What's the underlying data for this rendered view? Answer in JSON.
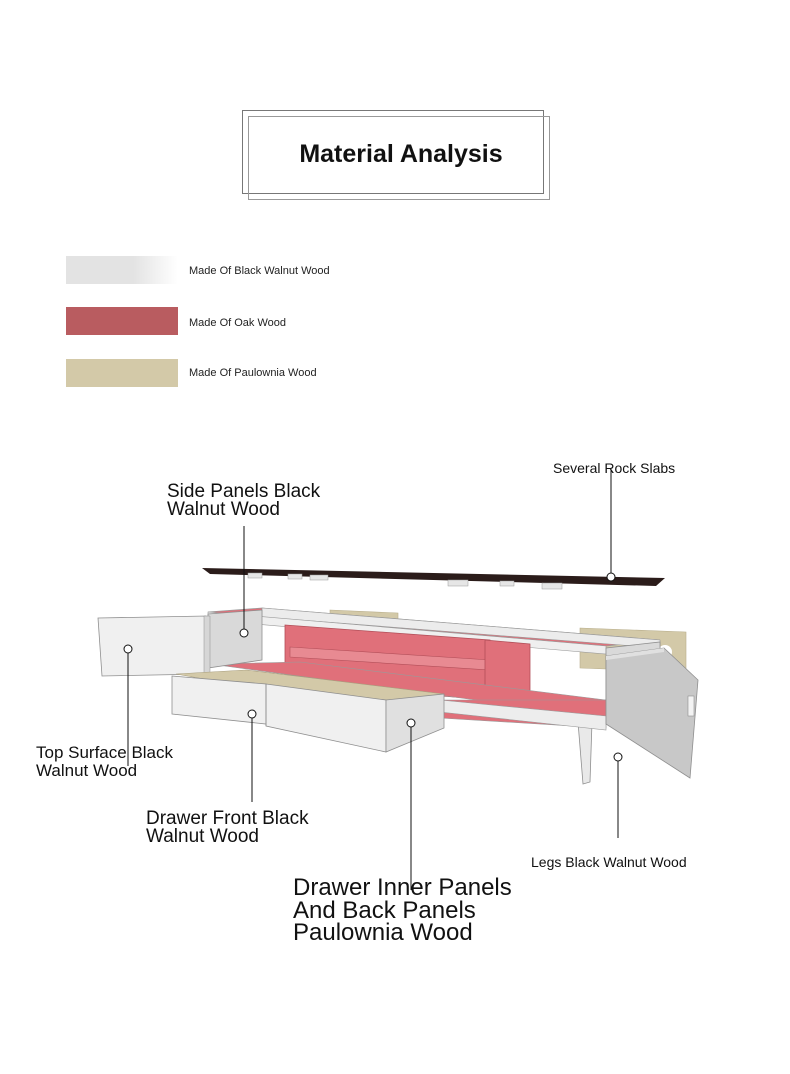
{
  "header": {
    "title": "Material Analysis"
  },
  "legend": [
    {
      "label": "Made Of Black Walnut Wood",
      "color": "#e3e3e3"
    },
    {
      "label": "Made Of Oak Wood",
      "color": "#b95c60"
    },
    {
      "label": "Made Of Paulownia Wood",
      "color": "#d3c9a8"
    }
  ],
  "callouts": {
    "rock_slabs": "Several Rock Slabs",
    "side_panels": "Side Panels Black\nWalnut Wood",
    "top_surface": "Top Surface Black\nWalnut Wood",
    "drawer_front": "Drawer Front Black\nWalnut Wood",
    "drawer_inner": "Drawer Inner Panels\nAnd Back Panels\nPaulownia Wood",
    "legs": "Legs Black Walnut Wood"
  },
  "colors": {
    "walnut": "#e6e6e6",
    "oak": "#e0707a",
    "paulownia": "#d3c9a8",
    "slab": "#2b1c1a",
    "outline": "#9a9a9a"
  }
}
